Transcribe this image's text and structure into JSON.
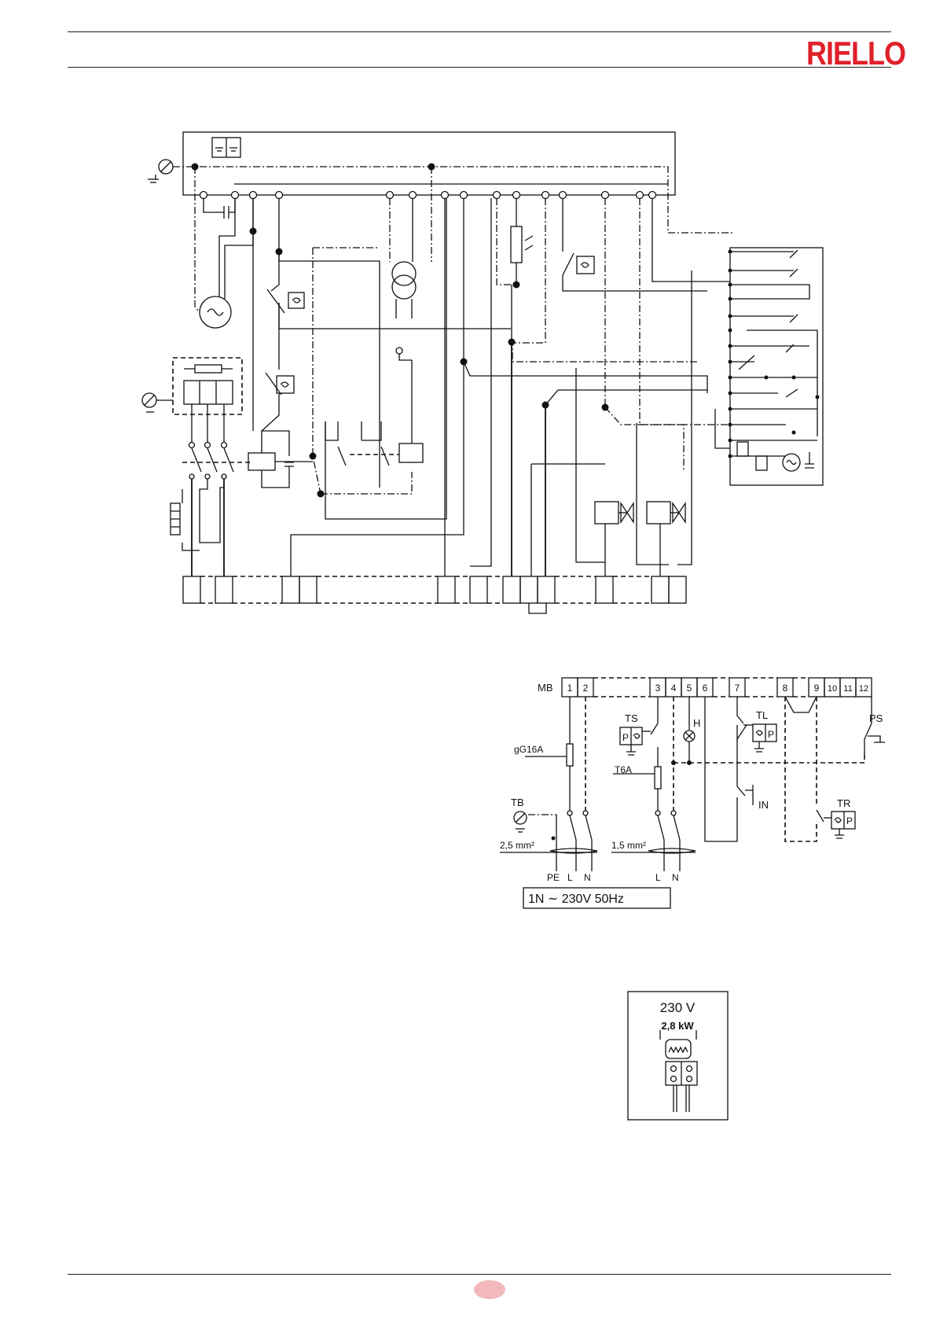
{
  "header": {
    "brand": "RIELLO",
    "brand_color": "#e0202a"
  },
  "diagram_mb": {
    "block_label": "MB",
    "terminals": [
      "1",
      "2",
      "3",
      "4",
      "5",
      "6",
      "7",
      "8",
      "9",
      "10",
      "11",
      "12"
    ],
    "labels": {
      "ts": "TS",
      "h": "H",
      "tl": "TL",
      "ps": "PS",
      "in": "IN",
      "tr": "TR",
      "tb": "TB",
      "fuse_main": "gG16A",
      "fuse_aux": "T6A",
      "section_main": "2,5 mm²",
      "section_aux": "1,5 mm²",
      "pe": "PE",
      "l1": "L",
      "n1": "N",
      "l2": "L",
      "n2": "N",
      "p": "P",
      "supply": "1N ∼    230V  50Hz"
    }
  },
  "heater_box": {
    "voltage": "230 V",
    "power": "2,8 kW"
  },
  "footer": {
    "badge_color": "#f2b8bb"
  }
}
